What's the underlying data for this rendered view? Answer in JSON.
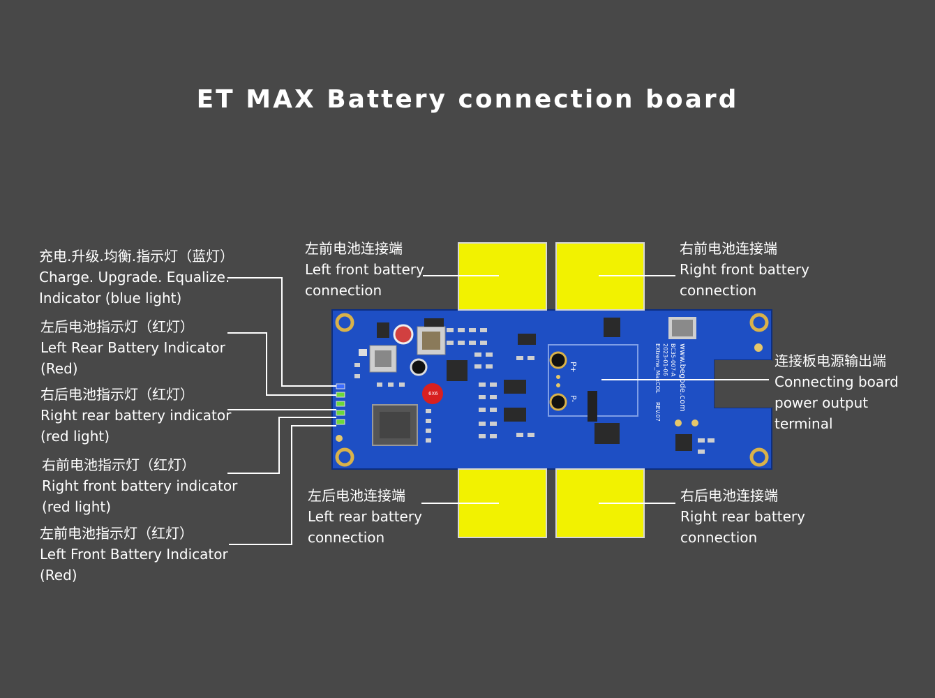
{
  "title": "ET MAX Battery connection board",
  "colors": {
    "background": "#484848",
    "pcb": "#1e4fc4",
    "connector": "#f2f200",
    "leader_line": "#ffffff"
  },
  "labels": {
    "charge_indicator": {
      "zh": "充电.升级.均衡.指示灯（蓝灯）",
      "en1": "Charge. Upgrade. Equalize.",
      "en2": "Indicator (blue light)"
    },
    "left_rear_indicator": {
      "zh": "左后电池指示灯（红灯）",
      "en1": "Left Rear Battery Indicator",
      "en2": "(Red)"
    },
    "right_rear_indicator": {
      "zh": "右后电池指示灯（红灯）",
      "en1": "Right rear battery indicator",
      "en2": "(red light)"
    },
    "right_front_indicator": {
      "zh": "右前电池指示灯（红灯）",
      "en1": "Right front battery indicator",
      "en2": "(red light)"
    },
    "left_front_indicator": {
      "zh": "左前电池指示灯（红灯）",
      "en1": "Left Front Battery Indicator",
      "en2": "(Red)"
    },
    "left_front_connection": {
      "zh": "左前电池连接端",
      "en1": "Left front battery",
      "en2": "connection"
    },
    "right_front_connection": {
      "zh": "右前电池连接端",
      "en1": "Right front battery",
      "en2": "connection"
    },
    "left_rear_connection": {
      "zh": "左后电池连接端",
      "en1": "Left rear battery",
      "en2": "connection"
    },
    "right_rear_connection": {
      "zh": "右后电池连接端",
      "en1": "Right rear battery",
      "en2": "connection"
    },
    "power_output": {
      "zh": "连接板电源输出端",
      "en1": "Connecting board",
      "en2": "power output",
      "en3": "terminal"
    }
  },
  "board": {
    "silk_site": "www.begode.com",
    "silk_part": "BC35-007-A",
    "silk_date": "2023-01-06",
    "silk_model": "EXtreme_MaxCOL",
    "silk_rev": "REV.07",
    "silk_plus": "P+",
    "silk_minus": "P-",
    "cap_label": "6X6"
  }
}
